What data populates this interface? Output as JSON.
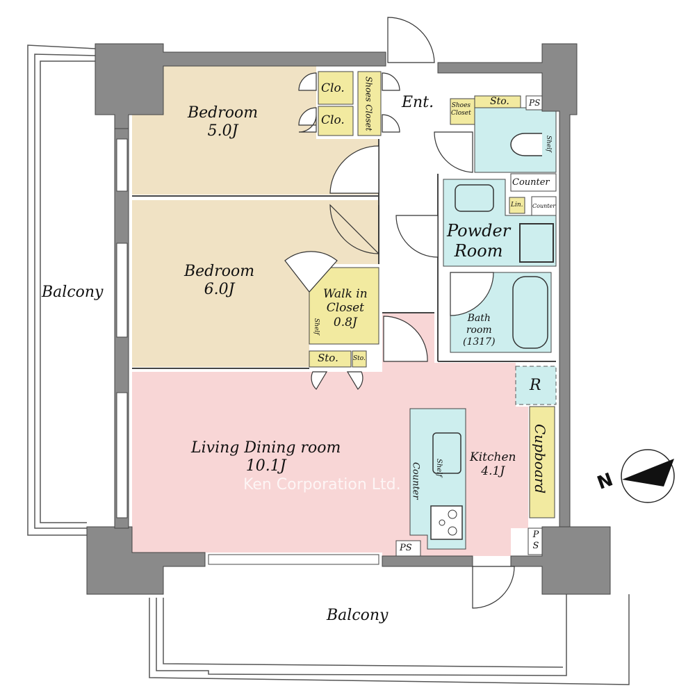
{
  "colors": {
    "wall": "#8a8a8a",
    "bedroom": "#f0e2c4",
    "living": "#f8d6d6",
    "wet": "#cdeeee",
    "storage": "#f2eaa0"
  },
  "rooms": {
    "bedroom1": {
      "name": "Bedroom",
      "size": "5.0J"
    },
    "bedroom2": {
      "name": "Bedroom",
      "size": "6.0J"
    },
    "living": {
      "name": "Living Dining room",
      "size": "10.1J"
    },
    "kitchen": {
      "name": "Kitchen",
      "size": "4.1J"
    },
    "walkin": {
      "name1": "Walk in",
      "name2": "Closet",
      "size": "0.8J"
    },
    "powder": {
      "name1": "Powder",
      "name2": "Room"
    },
    "bath": {
      "name1": "Bath",
      "name2": "room",
      "size": "(1317)"
    },
    "entrance": "Ent.",
    "balcony_left": "Balcony",
    "balcony_bottom": "Balcony"
  },
  "small_labels": {
    "clo1": "Clo.",
    "clo2": "Clo.",
    "shoes_closet": "Shoes Closet",
    "shoes_closet2_l1": "Shoes",
    "shoes_closet2_l2": "Closet",
    "sto_toilet": "Sto.",
    "ps_top": "PS",
    "shelf_toilet": "Shelf",
    "counter1": "Counter",
    "counter2": "Counter",
    "lin": "Lin.",
    "shelf_walkin": "Shelf",
    "sto1": "Sto.",
    "sto2": "Sto.",
    "r": "R",
    "cupboard": "Cupboard",
    "counter_kitchen": "Counter",
    "shelf_kitchen": "Shelf",
    "ps_bottom": "PS",
    "ps_right": "P S"
  },
  "compass": {
    "label": "N"
  },
  "watermark": "Ken Corporation Ltd."
}
